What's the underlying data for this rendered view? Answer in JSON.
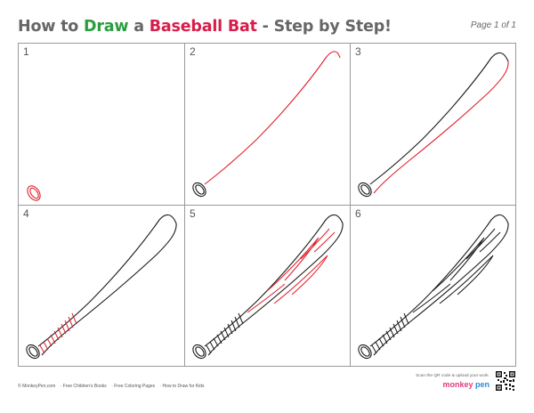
{
  "title": {
    "prefix": "How to ",
    "draw": "Draw",
    "middle": " a ",
    "subject": "Baseball Bat",
    "suffix": " - Step by Step!"
  },
  "page_label": "Page 1 of 1",
  "steps": [
    "1",
    "2",
    "3",
    "4",
    "5",
    "6"
  ],
  "footer": {
    "links": [
      "© MonkeyPen.com",
      "· Free Children's Books",
      "· Free Coloring Pages",
      "· How to Draw for Kids"
    ],
    "cta": "Scan the QR code & upload your work.",
    "brand_part1": "monkey",
    "brand_part2": " pen"
  },
  "colors": {
    "title_draw": "#2a9d3f",
    "title_subject": "#d61e4a",
    "new_stroke": "#e0202b",
    "old_stroke": "#1a1a1a",
    "grid_border": "#9a9a9a"
  }
}
